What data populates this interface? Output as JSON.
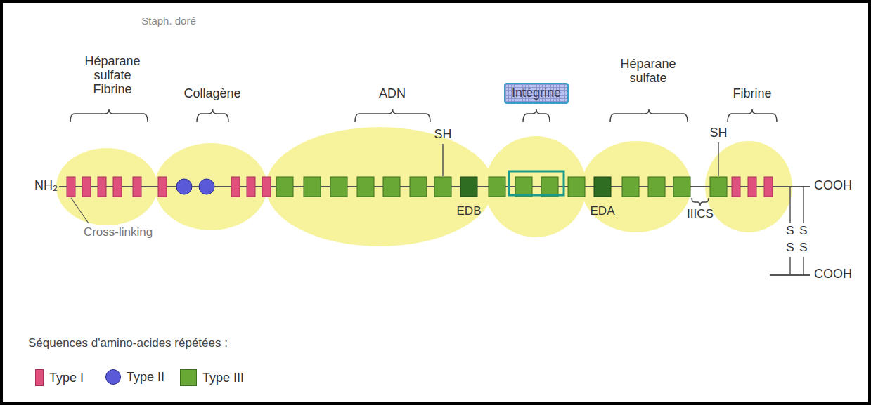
{
  "diagram": {
    "nodes": [
      {
        "text": [
          "Intégrine"
        ]
      }
    ],
    "labels": [
      "Staph. doré",
      "Héparane sulfate Fibrine",
      "Collagène",
      "ADN",
      "SH",
      "Héparane sulfate",
      "Fibrine",
      "SH",
      "NH₂",
      "COOH",
      "COOH",
      "EDB",
      "EDA",
      "IIICS",
      "Cross-linking",
      "S",
      "S",
      "S",
      "S",
      "Séquences d'amino-acides répétées :"
    ],
    "legend": [
      {
        "text": "Type I",
        "color": "#e0507c"
      },
      {
        "text": "Type II",
        "color": "#5a5ad8"
      },
      {
        "text": "Type III",
        "color": "#6aa836"
      }
    ]
  }
}
